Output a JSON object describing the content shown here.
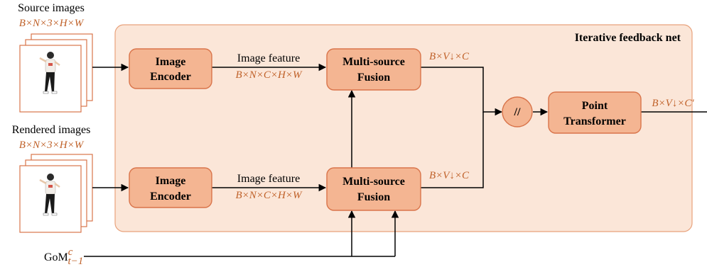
{
  "colors": {
    "panel_fill": "#fbe6d8",
    "panel_stroke": "#e8a27c",
    "block_fill": "#f4b592",
    "block_stroke": "#d9744a",
    "math_text": "#c0622a",
    "line": "#000000"
  },
  "inputs": {
    "source_label": "Source images",
    "source_dims": "B×N×3×H×W",
    "rendered_label": "Rendered images",
    "rendered_dims": "B×N×3×H×W",
    "gom_base": "GoM",
    "gom_sup": "c",
    "gom_sub": "t−1"
  },
  "panel": {
    "title": "Iterative feedback net"
  },
  "blocks": {
    "encoder_top": [
      "Image",
      "Encoder"
    ],
    "encoder_bottom": [
      "Image",
      "Encoder"
    ],
    "fusion_top": [
      "Multi-source",
      "Fusion"
    ],
    "fusion_bottom": [
      "Multi-source",
      "Fusion"
    ],
    "concat_symbol": "//",
    "point_transformer": [
      "Point",
      "Transformer"
    ]
  },
  "edges": {
    "feature_top_label": "Image feature",
    "feature_top_dims": "B×N×C×H×W",
    "feature_bottom_label": "Image feature",
    "feature_bottom_dims": "B×N×C×H×W",
    "fusion_top_out": "B×V↓×C",
    "fusion_bottom_out": "B×V↓×C",
    "transformer_out": "B×V↓×C′"
  }
}
